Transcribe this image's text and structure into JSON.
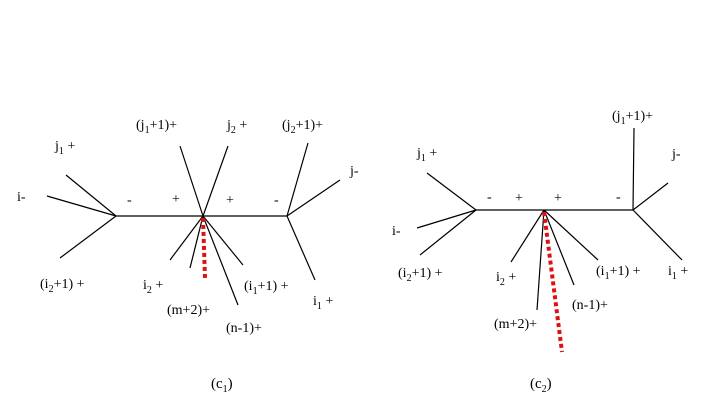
{
  "diagram_c1": {
    "caption": {
      "base": "(c",
      "sub": "1",
      "tail": ")"
    },
    "labels": {
      "j1plus": {
        "base": "j",
        "sub": "1",
        "tail": " +"
      },
      "iminus": {
        "base": "i-"
      },
      "i2p1plus": {
        "pre": "(i",
        "sub": "2",
        "tail": "+1) +"
      },
      "j1p1plus": {
        "pre": "(j",
        "sub": "1",
        "tail": "+1)+"
      },
      "j2plus": {
        "base": "j",
        "sub": "2",
        "tail": " +"
      },
      "j2p1plus": {
        "pre": "(j",
        "sub": "2",
        "tail": "+1)+"
      },
      "jminus": {
        "base": "j-"
      },
      "i2plus": {
        "base": "i",
        "sub": "2",
        "tail": " +"
      },
      "mp2plus": {
        "base": "(m+2)+"
      },
      "nm1plus": {
        "base": "(n-1)+"
      },
      "i1p1plus": {
        "pre": "(i",
        "sub": "1",
        "tail": "+1) +"
      },
      "i1plus": {
        "base": "i",
        "sub": "1",
        "tail": " +"
      }
    },
    "signs": [
      "-",
      "+",
      "+",
      "-"
    ]
  },
  "diagram_c2": {
    "caption": {
      "base": "(c",
      "sub": "2",
      "tail": ")"
    },
    "labels": {
      "j1plus": {
        "base": "j",
        "sub": "1",
        "tail": " +"
      },
      "iminus": {
        "base": "i-"
      },
      "i2p1plus": {
        "pre": "(i",
        "sub": "2",
        "tail": "+1) +"
      },
      "i2plus": {
        "base": "i",
        "sub": "2",
        "tail": " +"
      },
      "mp2plus": {
        "base": "(m+2)+"
      },
      "nm1plus": {
        "base": "(n-1)+"
      },
      "i1p1plus": {
        "pre": "(i",
        "sub": "1",
        "tail": "+1) +"
      },
      "i1plus": {
        "base": "i",
        "sub": "1",
        "tail": " +"
      },
      "j1p1plus": {
        "pre": "(j",
        "sub": "1",
        "tail": "+1)+"
      },
      "jminus": {
        "base": "j-"
      }
    },
    "signs": [
      "-",
      "+",
      "+",
      "-"
    ]
  },
  "colors": {
    "edge": "#000000",
    "cut": "#e01010"
  }
}
